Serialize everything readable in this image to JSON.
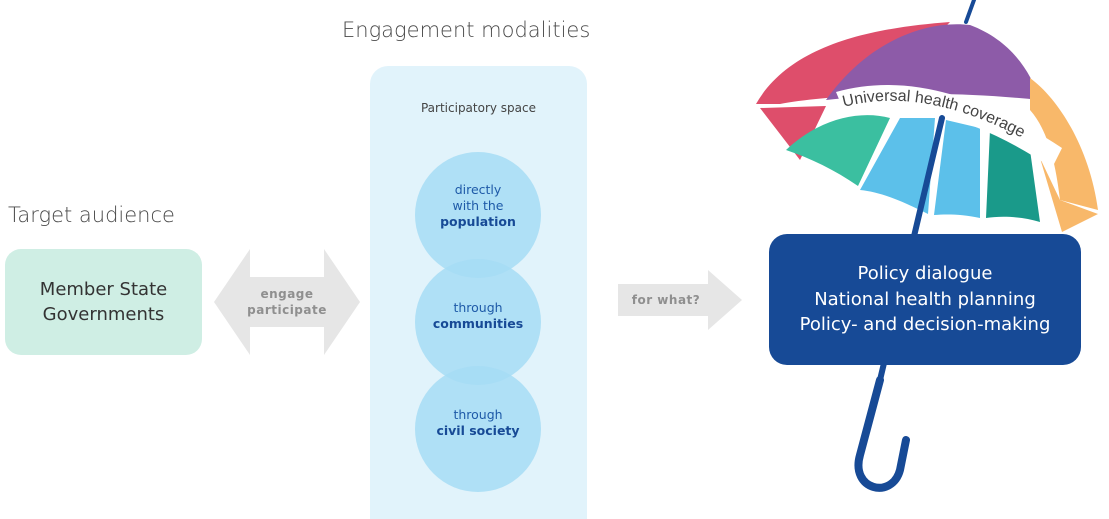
{
  "headings": {
    "target_audience": "Target audience",
    "engagement_modalities": "Engagement modalities"
  },
  "member_box": {
    "line1": "Member State",
    "line2": "Governments"
  },
  "double_arrow": {
    "line1": "engage",
    "line2": "participate",
    "color": "#e6e6e6"
  },
  "panel": {
    "title": "Participatory space",
    "color": "#e1f3fb"
  },
  "circles": [
    {
      "line1": "directly",
      "line2": "with the",
      "bold": "population"
    },
    {
      "line1": "through",
      "line2": "",
      "bold": "communities"
    },
    {
      "line1": "through",
      "line2": "",
      "bold": "civil society"
    }
  ],
  "right_arrow": {
    "label": "for what?"
  },
  "umbrella": {
    "label": "Universal health coverage",
    "colors": [
      "#de4e6b",
      "#8d5ba8",
      "#f8b86a",
      "#3bbfa0",
      "#5cc0ea",
      "#1a9a8a",
      "#174a96"
    ]
  },
  "policy_box": {
    "line1": "Policy dialogue",
    "line2": "National health planning",
    "line3": "Policy- and decision-making",
    "color": "#174a96"
  }
}
